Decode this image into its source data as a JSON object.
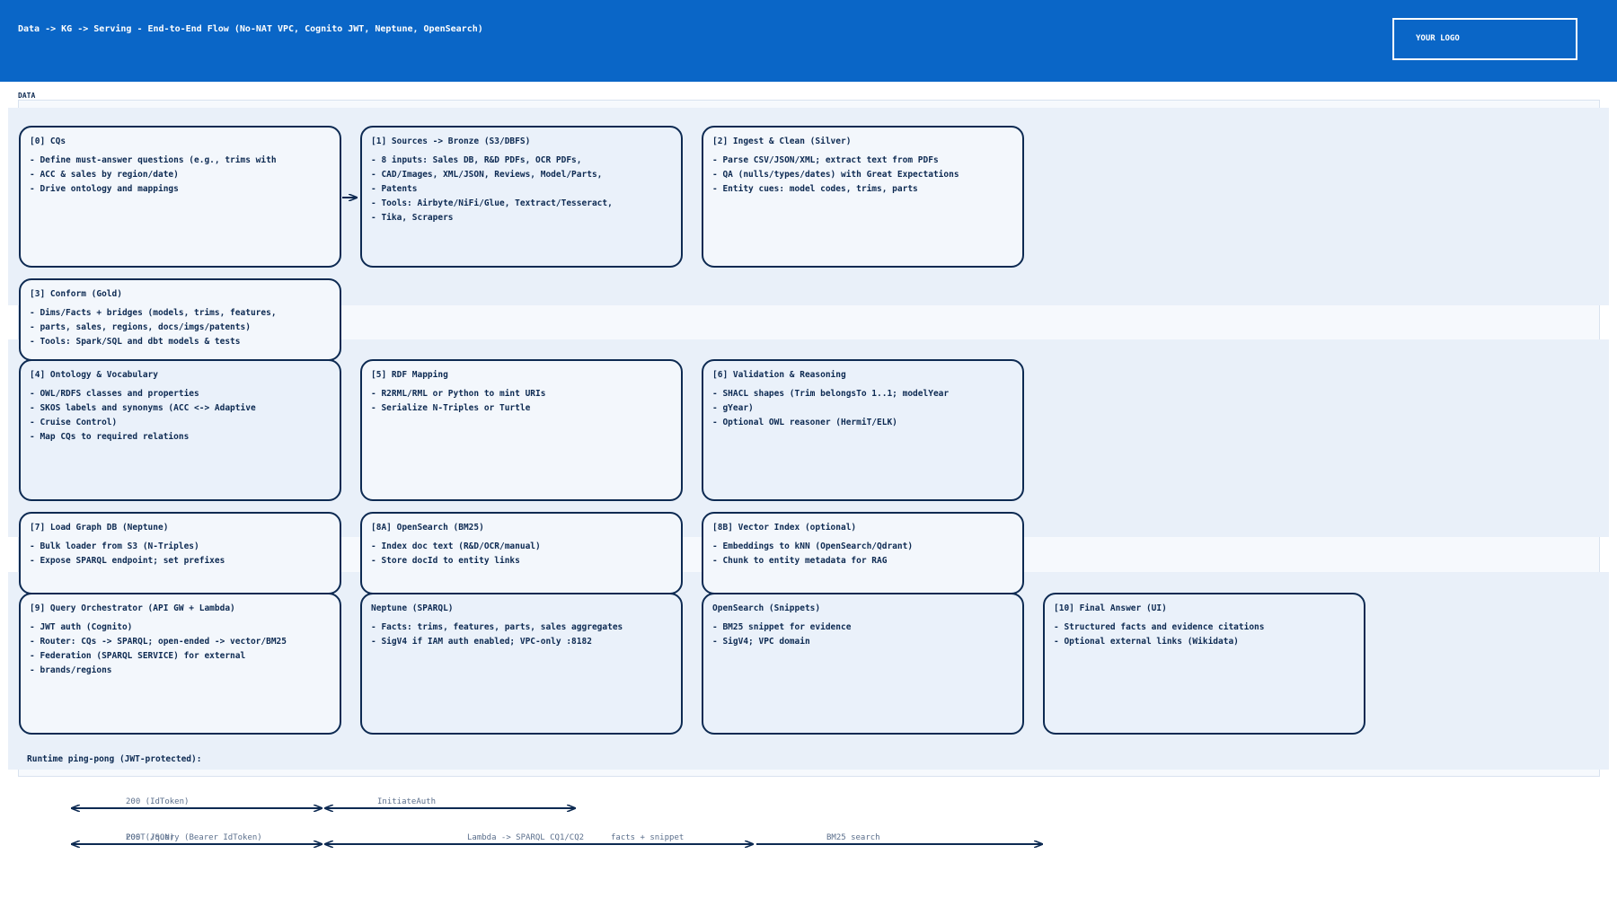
{
  "header": {
    "title": "Data -> KG -> Serving - End-to-End Flow (No-NAT VPC, Cognito JWT, Neptune, OpenSearch)",
    "logo": "YOUR LOGO"
  },
  "section_label": "DATA",
  "cards": [
    {
      "title": "[0] CQs",
      "lines": [
        "- Define must-answer questions (e.g., trims with",
        "- ACC & sales by region/date)",
        "- Drive ontology and mappings"
      ]
    },
    {
      "title": "[1] Sources -> Bronze (S3/DBFS)",
      "lines": [
        "- 8 inputs: Sales DB, R&D PDFs, OCR PDFs,",
        "- CAD/Images, XML/JSON, Reviews, Model/Parts,",
        "- Patents",
        "- Tools: Airbyte/NiFi/Glue, Textract/Tesseract,",
        "- Tika, Scrapers"
      ]
    },
    {
      "title": "[2] Ingest & Clean (Silver)",
      "lines": [
        "- Parse CSV/JSON/XML; extract text from PDFs",
        "- QA (nulls/types/dates) with Great Expectations",
        "- Entity cues: model codes, trims, parts"
      ]
    },
    {
      "title": "[3] Conform (Gold)",
      "lines": [
        "- Dims/Facts + bridges (models, trims, features,",
        "- parts, sales, regions, docs/imgs/patents)",
        "- Tools: Spark/SQL and dbt models & tests"
      ]
    },
    {
      "title": "[4] Ontology & Vocabulary",
      "lines": [
        "- OWL/RDFS classes and properties",
        "- SKOS labels and synonyms (ACC <-> Adaptive",
        "- Cruise Control)",
        "- Map CQs to required relations"
      ]
    },
    {
      "title": "[5] RDF Mapping",
      "lines": [
        "- R2RML/RML or Python to mint URIs",
        "- Serialize N-Triples or Turtle"
      ]
    },
    {
      "title": "[6] Validation & Reasoning",
      "lines": [
        "- SHACL shapes (Trim belongsTo 1..1; modelYear",
        "- gYear)",
        "- Optional OWL reasoner (HermiT/ELK)"
      ]
    },
    {
      "title": "[7] Load Graph DB (Neptune)",
      "lines": [
        "- Bulk loader from S3 (N-Triples)",
        "- Expose SPARQL endpoint; set prefixes"
      ]
    },
    {
      "title": "[8A] OpenSearch (BM25)",
      "lines": [
        "- Index doc text (R&D/OCR/manual)",
        "- Store docId to entity links"
      ]
    },
    {
      "title": "[8B] Vector Index (optional)",
      "lines": [
        "- Embeddings to kNN (OpenSearch/Qdrant)",
        "- Chunk to entity metadata for RAG"
      ]
    },
    {
      "title": "[9] Query Orchestrator (API GW + Lambda)",
      "lines": [
        "- JWT auth (Cognito)",
        "- Router: CQs -> SPARQL; open-ended -> vector/BM25",
        "- Federation (SPARQL SERVICE) for external",
        "- brands/regions"
      ]
    },
    {
      "title": "Neptune (SPARQL)",
      "lines": [
        "- Facts: trims, features, parts, sales aggregates",
        "- SigV4 if IAM auth enabled; VPC-only :8182"
      ]
    },
    {
      "title": "OpenSearch (Snippets)",
      "lines": [
        "- BM25 snippet for evidence",
        "- SigV4; VPC domain"
      ]
    },
    {
      "title": "[10] Final Answer (UI)",
      "lines": [
        "- Structured facts and evidence citations",
        "- Optional external links (Wikidata)"
      ]
    }
  ],
  "runtime": {
    "label": "Runtime ping-pong (JWT-protected):",
    "arrow_labels": [
      "200 (IdToken)",
      "InitiateAuth",
      "200 (JSON)",
      "POST /query (Bearer IdToken)",
      "Lambda -> SPARQL CQ1/CQ2",
      "facts + snippet",
      "BM25 search"
    ]
  },
  "colors": {
    "header_bg": "#0a66c7",
    "ink": "#0d2a52",
    "band": "#e9f0f9",
    "panel": "#f6f9fd"
  }
}
